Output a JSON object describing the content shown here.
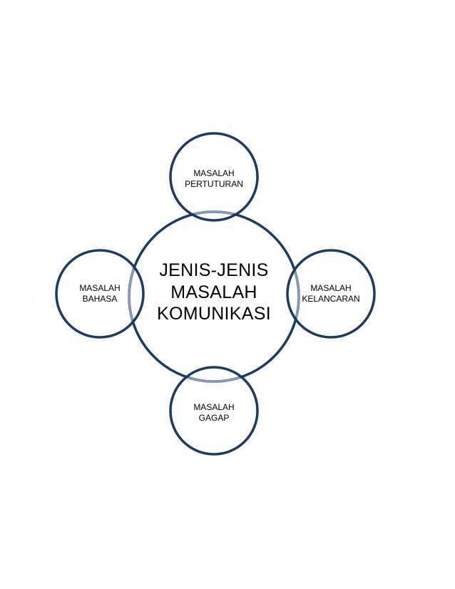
{
  "diagram": {
    "center": {
      "lines": [
        "JENIS-JENIS",
        "MASALAH",
        "KOMUNIKASI"
      ]
    },
    "top": {
      "lines": [
        "MASALAH",
        "PERTUTURAN"
      ]
    },
    "right": {
      "lines": [
        "MASALAH",
        "KELANCARAN"
      ]
    },
    "bottom": {
      "lines": [
        "MASALAH",
        "GAGAP"
      ]
    },
    "left": {
      "lines": [
        "MASALAH",
        "BAHASA"
      ]
    }
  },
  "colors": {
    "stroke": "#1f3a5f",
    "overlap_stroke": "#8a9bb3"
  }
}
